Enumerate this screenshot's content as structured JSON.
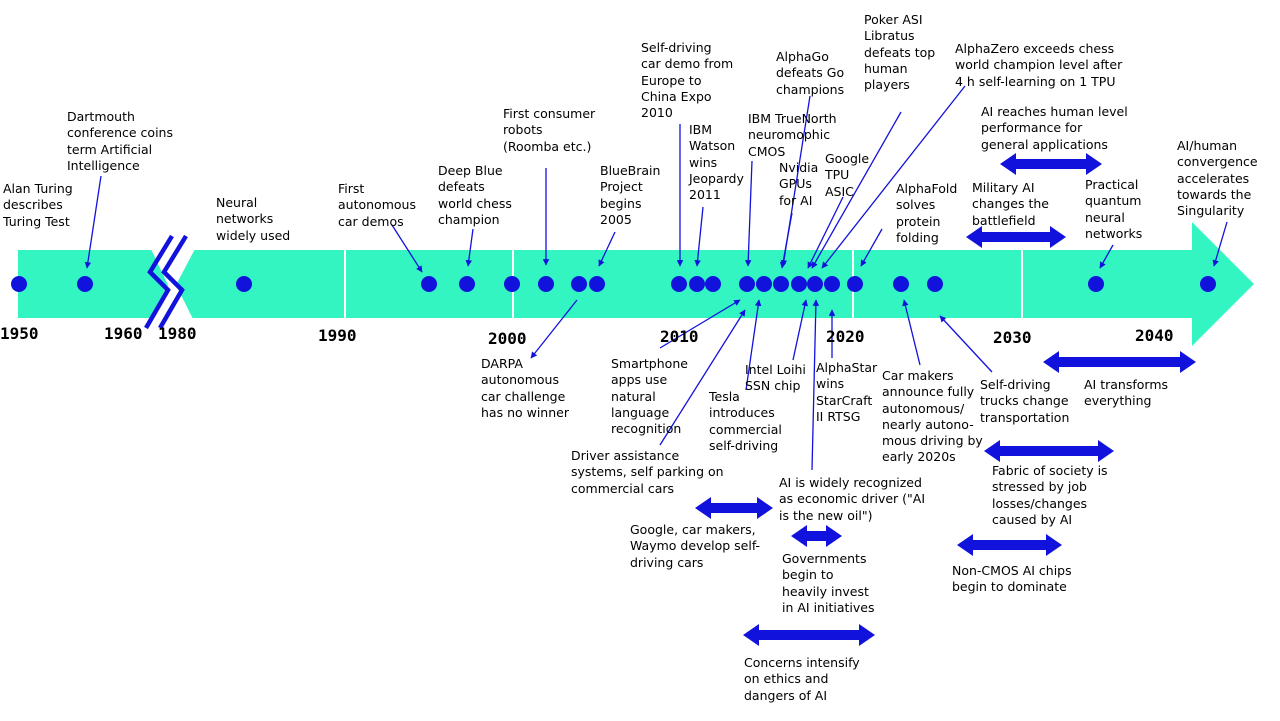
{
  "colors": {
    "band": "#33f5c2",
    "marker": "#1212dd",
    "arrow": "#1212dd",
    "leader": "#1212dd",
    "text": "#000000",
    "background": "#ffffff"
  },
  "years": [
    "1950",
    "1960",
    "1980",
    "1990",
    "2000",
    "2010",
    "2020",
    "2030",
    "2040"
  ],
  "events": [
    "Alan Turing\ndescribes\nTuring Test",
    "Dartmouth\nconference coins\nterm Artificial\nIntelligence",
    "Neural\nnetworks\nwidely used",
    "First\nautonomous\ncar demos",
    "Deep Blue\ndefeats\nworld chess\nchampion",
    "First consumer\nrobots\n(Roomba etc.)",
    "BlueBrain\nProject\nbegins\n2005",
    "Self-driving\ncar demo from\nEurope to\nChina Expo\n2010",
    "IBM\nWatson\nwins\nJeopardy\n2011",
    "IBM TrueNorth\nneuromophic\nCMOS",
    "AlphaGo\ndefeats Go\nchampions",
    "Nvidia\nGPUs\nfor AI",
    "Google\nTPU\nASIC",
    "Poker ASI\nLibratus\ndefeats top\nhuman\nplayers",
    "AlphaZero exceeds chess\nworld champion level after\n4 h self-learning on 1 TPU",
    "AlphaFold\nsolves\nprotein\nfolding",
    "AI reaches human level\nperformance for\ngeneral applications",
    "Military AI\nchanges the\nbattlefield",
    "Practical\nquantum\nneural\nnetworks",
    "AI/human\nconvergence\naccelerates\ntowards the\nSingularity",
    "DARPA\nautonomous\ncar challenge\nhas no winner",
    "Smartphone\napps use\nnatural\nlanguage\nrecognition",
    "Driver assistance\nsystems, self parking on\ncommercial cars",
    "Intel Loihi\nSSN chip",
    "Tesla\nintroduces\ncommercial\nself-driving",
    "AlphaStar\nwins\nStarCraft\nII RTSG",
    "Car makers\nannounce fully\nautonomous/\nnearly autono-\nmous driving by\nearly 2020s",
    "Self-driving\ntrucks change\ntransportation",
    "AI transforms\neverything",
    "Fabric of society is\nstressed by job\nlosses/changes\ncaused by AI",
    "Non-CMOS AI chips\nbegin to dominate",
    "AI is widely recognized\nas economic driver (\"AI\nis the new oil\")",
    "Google, car makers,\nWaymo develop self-\ndriving cars",
    "Governments\nbegin to\nheavily invest\nin AI initiatives",
    "Concerns intensify\non ethics and\ndangers of AI"
  ]
}
